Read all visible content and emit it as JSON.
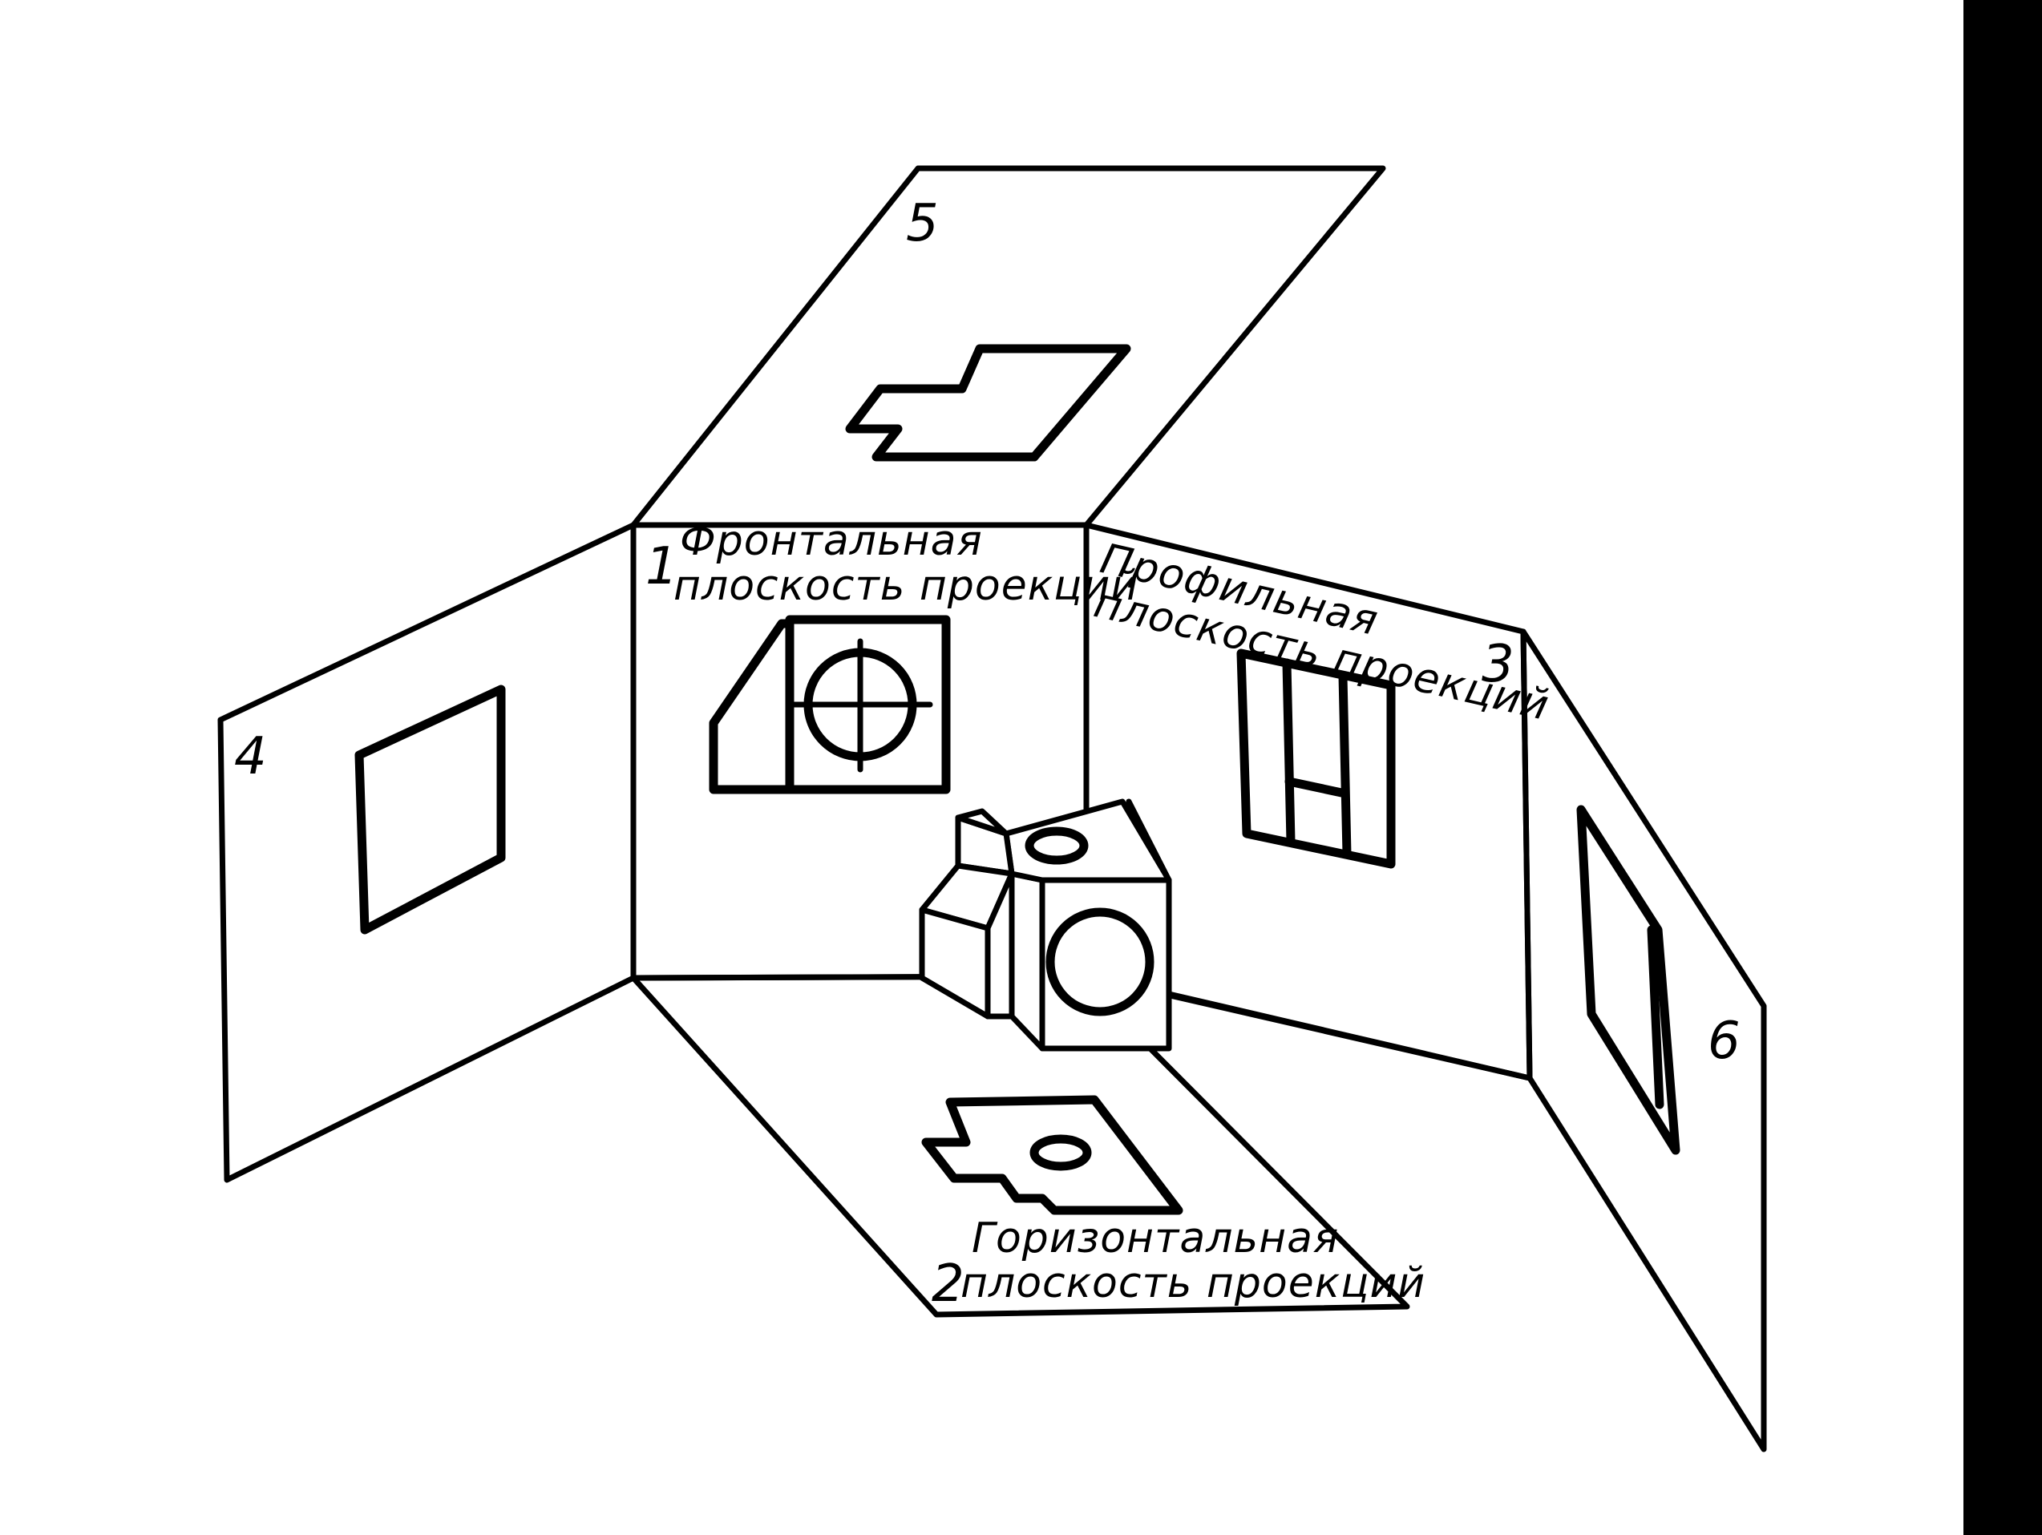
{
  "planes": {
    "frontal": {
      "number": "1",
      "caption_line1": "Фронтальная",
      "caption_line2": "плоскость проекций"
    },
    "horizontal": {
      "number": "2",
      "caption_line1": "Горизонтальная",
      "caption_line2": "плоскость проекций"
    },
    "profile": {
      "number": "3",
      "caption_line1": "Профильная",
      "caption_line2": "плоскость проекций"
    },
    "left": {
      "number": "4"
    },
    "top": {
      "number": "5"
    },
    "right": {
      "number": "6"
    }
  },
  "colors": {
    "ink": "#000000",
    "paper": "#ffffff"
  }
}
